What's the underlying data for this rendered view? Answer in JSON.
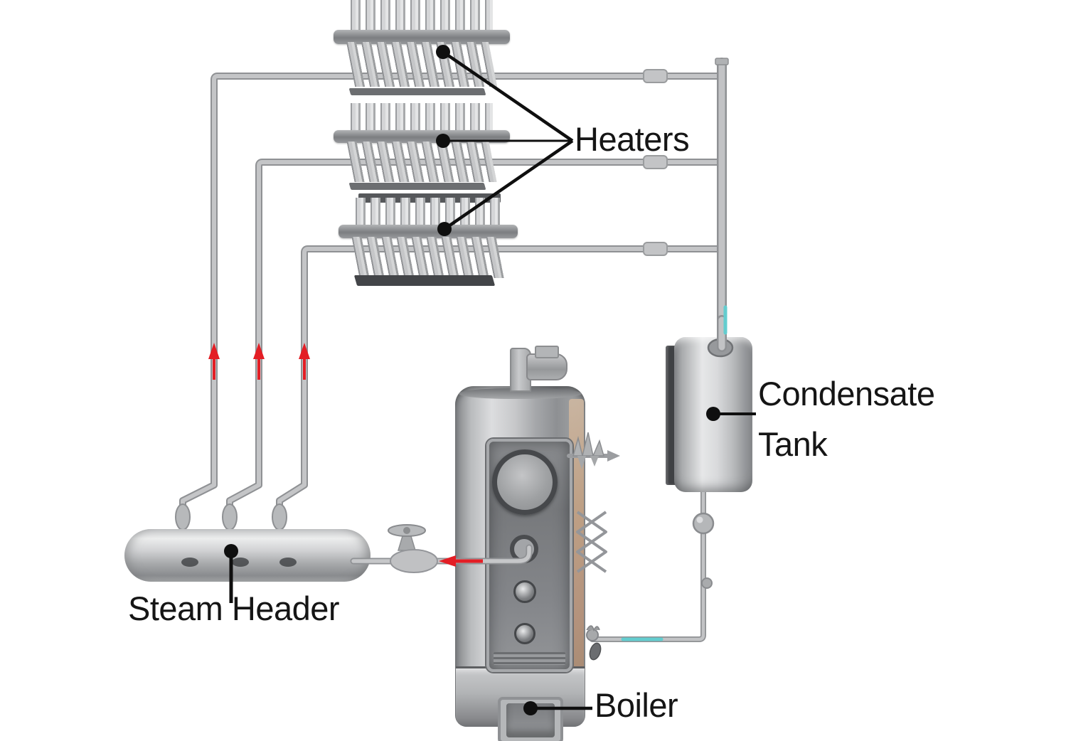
{
  "diagram": {
    "type": "steam-heating-system-schematic",
    "labels": {
      "heaters": "Heaters",
      "condensate_tank": "Condensate Tank",
      "steam_header": "Steam Header",
      "boiler": "Boiler"
    },
    "components": [
      {
        "name": "heater-unit",
        "count": 3,
        "style": "finned-tube"
      },
      {
        "name": "steam-header",
        "valves_on_top": 3,
        "outlet_valve": "globe-valve"
      },
      {
        "name": "boiler",
        "panel_items": [
          "pressure-dial",
          "steam-outlet-fitting",
          "knob",
          "knob"
        ],
        "burner_door": true
      },
      {
        "name": "condensate-tank",
        "mount": "wall-bracket"
      },
      {
        "name": "condensate-main",
        "orientation": "vertical"
      },
      {
        "name": "return-line-ball-valve",
        "count": 1
      }
    ],
    "flow_indicators": {
      "riser_arrows": {
        "count": 3,
        "direction": "up",
        "color": "#e31e25"
      },
      "boiler_to_header_arrow": {
        "count": 1,
        "direction": "left",
        "color": "#e31e25"
      }
    },
    "colors": {
      "background": "#ffffff",
      "pipe_light": "#c4c5c7",
      "pipe_dark": "#8f9194",
      "label_text": "#151515",
      "callout_line": "#0f0f0f",
      "arrow_red": "#e31e25",
      "teal_fitting": "#63cdcf",
      "boiler_copper": "#bb9778"
    }
  }
}
